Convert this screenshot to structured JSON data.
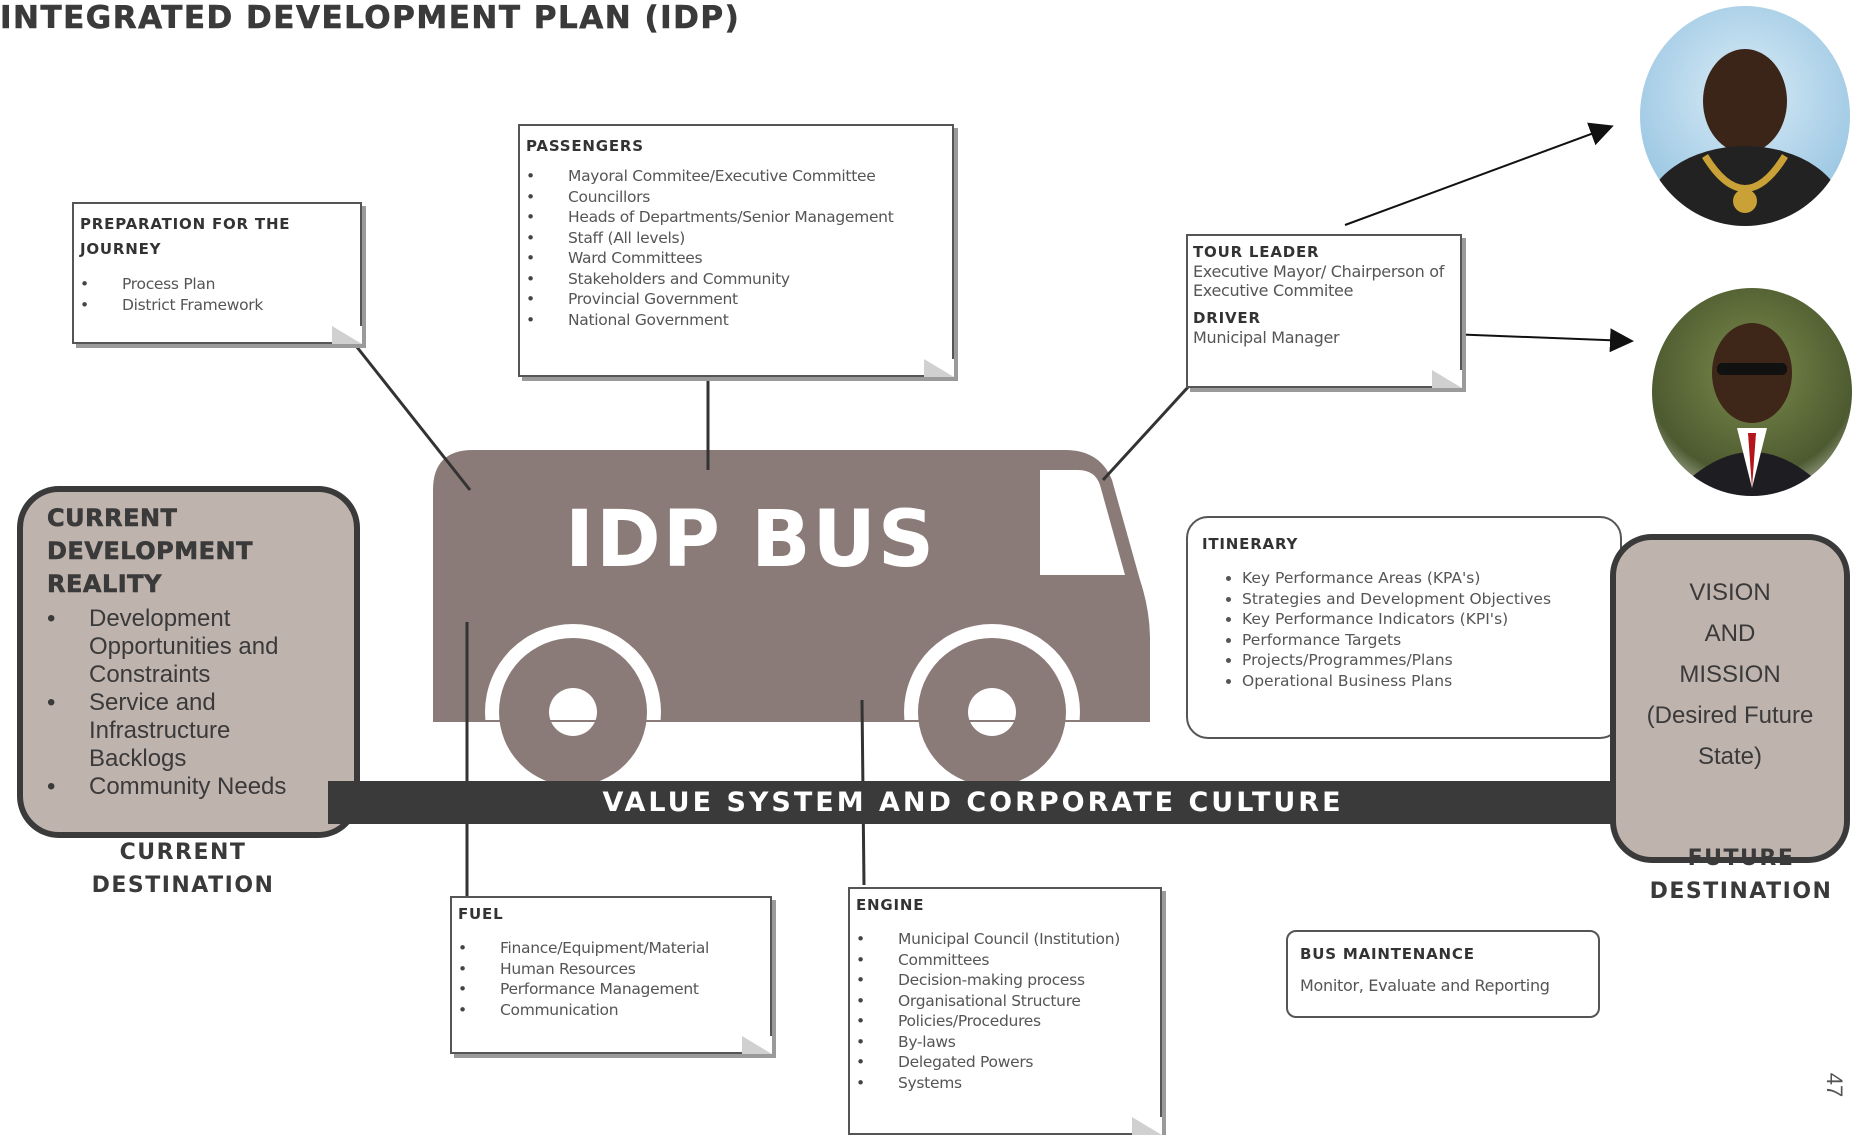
{
  "title": "INTEGRATED DEVELOPMENT PLAN (IDP)",
  "bus_label": "IDP BUS",
  "value_bar": "VALUE SYSTEM AND CORPORATE CULTURE",
  "preparation": {
    "title": "PREPARATION FOR THE JOURNEY",
    "items": [
      "Process Plan",
      "District Framework"
    ]
  },
  "passengers": {
    "title": "PASSENGERS",
    "items": [
      "Mayoral Commitee/Executive Committee",
      "Councillors",
      "Heads of Departments/Senior Management",
      "Staff (All levels)",
      "Ward Committees",
      "Stakeholders and Community",
      "Provincial Government",
      "National Government"
    ]
  },
  "tour_leader": {
    "title": "TOUR LEADER",
    "text": "Executive Mayor/ Chairperson of Executive Commitee",
    "driver_title": "DRIVER",
    "driver_text": "Municipal Manager"
  },
  "itinerary": {
    "title": "ITINERARY",
    "items": [
      "Key Performance Areas (KPA's)",
      "Strategies and Development Objectives",
      "Key Performance Indicators (KPI's)",
      "Performance Targets",
      "Projects/Programmes/Plans",
      "Operational Business Plans"
    ]
  },
  "current": {
    "title": "CURRENT DEVELOPMENT REALITY",
    "items": [
      "Development Opportunities and Constraints",
      "Service and Infrastructure Backlogs",
      "Community Needs"
    ],
    "destination": "CURRENT DESTINATION"
  },
  "future": {
    "lines": [
      "VISION",
      "AND",
      "MISSION",
      "(Desired Future",
      "State)"
    ],
    "destination": "FUTURE DESTINATION"
  },
  "fuel": {
    "title": "FUEL",
    "items": [
      "Finance/Equipment/Material",
      "Human Resources",
      "Performance Management",
      "Communication"
    ]
  },
  "engine": {
    "title": "ENGINE",
    "items": [
      "Municipal Council (Institution)",
      "Committees",
      "Decision-making process",
      "Organisational Structure",
      "Policies/Procedures",
      "By-laws",
      "Delegated Powers",
      "Systems"
    ]
  },
  "maintenance": {
    "title": "BUS MAINTENANCE",
    "text": "Monitor, Evaluate and Reporting"
  },
  "page_number": "47",
  "colors": {
    "bus": "#8b7b78",
    "box_fill": "#bfb3ae",
    "dark": "#3a3a3a"
  }
}
